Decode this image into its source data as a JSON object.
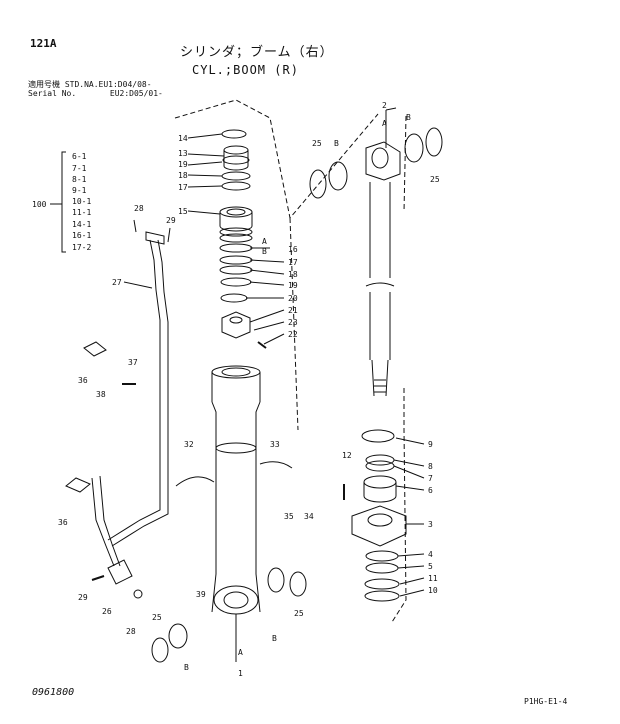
{
  "page_number": "121A",
  "title_jp": "シリンダ；ブーム（右）",
  "title_en": "CYL.;BOOM (R)",
  "serial": {
    "line1_label": "適用号機",
    "line1_value": "STD.NA.EU1:D04/08-",
    "line2_label": "Serial No.",
    "line2_value": "EU2:D05/01-"
  },
  "bracket_group": {
    "number": "100",
    "items": [
      "6-1",
      "7-1",
      "8-1",
      "9-1",
      "10-1",
      "11-1",
      "14-1",
      "16-1",
      "17-2"
    ]
  },
  "callouts": {
    "c1": "1",
    "c2": "2",
    "c3": "3",
    "c4": "4",
    "c5": "5",
    "c6": "6",
    "c7": "7",
    "c8": "8",
    "c9": "9",
    "c10": "10",
    "c11": "11",
    "c12": "12",
    "c13": "13",
    "c14": "14",
    "c15": "15",
    "c16": "16",
    "c17a": "17",
    "c17b": "17",
    "c18a": "18",
    "c18b": "18",
    "c19a": "19",
    "c19b": "19",
    "c20": "20",
    "c21": "21",
    "c22": "22",
    "c23": "23",
    "c25a": "25",
    "c25b": "25",
    "c25c": "25",
    "c25d": "25",
    "c26": "26",
    "c27": "27",
    "c28a": "28",
    "c28b": "28",
    "c29a": "29",
    "c29b": "29",
    "c32": "32",
    "c33": "33",
    "c34": "34",
    "c35": "35",
    "c36a": "36",
    "c36b": "36",
    "c37": "37",
    "c38": "38",
    "c39": "39",
    "lblA1": "A",
    "lblB1": "B",
    "lblA2": "A",
    "lblB2": "B",
    "lblB3": "B",
    "lblA3": "A",
    "lblB4": "B",
    "lblB5": "B"
  },
  "footer_left": "0961800",
  "footer_right": "P1HG-E1-4"
}
